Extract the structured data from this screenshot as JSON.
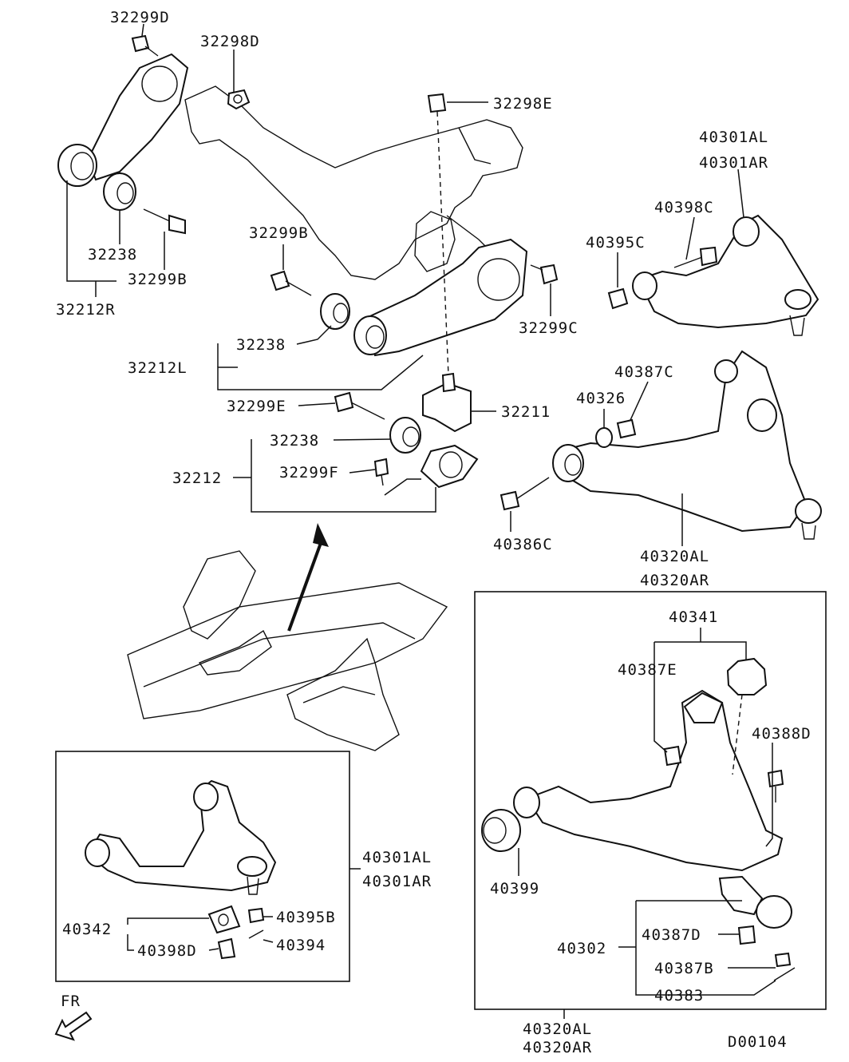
{
  "labels": {
    "l_32299D": "32299D",
    "l_32298D": "32298D",
    "l_32298E": "32298E",
    "l_32238_a": "32238",
    "l_32299B_a": "32299B",
    "l_32212R": "32212R",
    "l_32299B_b": "32299B",
    "l_32238_b": "32238",
    "l_32212L": "32212L",
    "l_32299C": "32299C",
    "l_32299E": "32299E",
    "l_32211": "32211",
    "l_32238_c": "32238",
    "l_32212": "32212",
    "l_32299F": "32299F",
    "l_40301AL_a": "40301AL",
    "l_40301AR_a": "40301AR",
    "l_40398C": "40398C",
    "l_40395C": "40395C",
    "l_40387C": "40387C",
    "l_40326": "40326",
    "l_40386C": "40386C",
    "l_40320AL_a": "40320AL",
    "l_40320AR_a": "40320AR",
    "l_40341": "40341",
    "l_40387E": "40387E",
    "l_40388D": "40388D",
    "l_40399": "40399",
    "l_40302": "40302",
    "l_40387D": "40387D",
    "l_40387B": "40387B",
    "l_40383": "40383",
    "l_40320AL_b": "40320AL",
    "l_40320AR_b": "40320AR",
    "l_40301AL_b": "40301AL",
    "l_40301AR_b": "40301AR",
    "l_40342": "40342",
    "l_40395B": "40395B",
    "l_40398D": "40398D",
    "l_40394": "40394",
    "l_FR": "FR",
    "l_code": "D00104"
  }
}
